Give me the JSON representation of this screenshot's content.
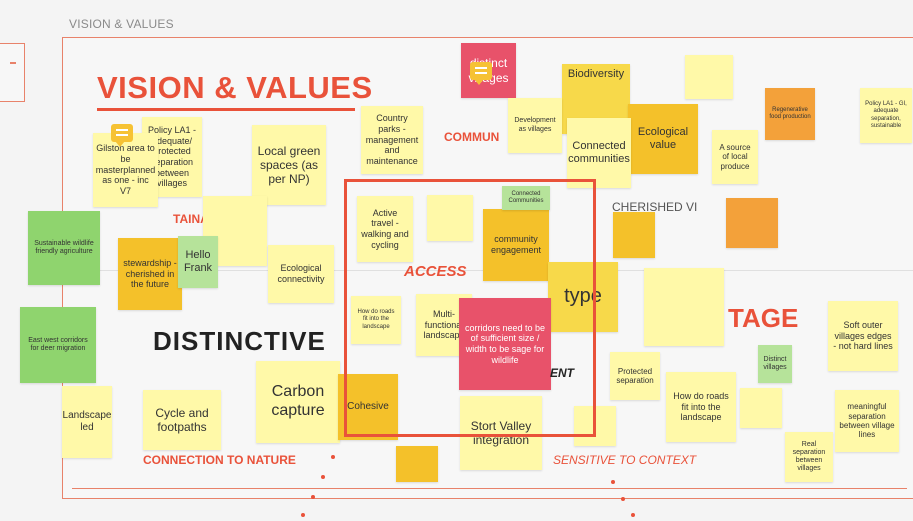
{
  "frame": {
    "label": "VISION & VALUES"
  },
  "headings": {
    "main": "VISION & VALUES",
    "distinctive": "DISTINCTIVE",
    "tage": "TAGE"
  },
  "categories": {
    "access": "ACCESS",
    "commun": "COMMUN",
    "cherished": "CHERISHED VI",
    "tainab": "TAINAB",
    "ent": "ENT",
    "nature": "CONNECTION TO NATURE",
    "sensitive": "SENSITIVE TO CONTEXT"
  },
  "notes": [
    {
      "text": "distinct villages",
      "color": "#e8526a"
    },
    {
      "text": "Biodiversity",
      "color": "#f4c12a"
    },
    {
      "text": "Policy LA1 - adequate/ protected separation between villages",
      "color": "#fff9a8"
    },
    {
      "text": "Gilston area to be masterplanned as one - inc V7",
      "color": "#fff9a8"
    },
    {
      "text": "Local green spaces (as per NP)",
      "color": "#fff9a8"
    },
    {
      "text": "Country parks - management and maintenance",
      "color": "#fff9a8"
    },
    {
      "text": "Development as villages",
      "color": "#fff9a8"
    },
    {
      "text": "Connected communities",
      "color": "#fff9a8"
    },
    {
      "text": "Ecological value",
      "color": "#f4c12a"
    },
    {
      "text": "A source of local produce",
      "color": "#fff9a8"
    },
    {
      "text": "Regenerative food production",
      "color": "#f3a13a"
    },
    {
      "text": "Policy LA1 - GI, adequate separation, sustainable",
      "color": "#fff9a8"
    },
    {
      "text": "Sustainable wildlife friendly agriculture",
      "color": "#8fd46e"
    },
    {
      "text": "stewardship - cherished in the future",
      "color": "#f4c12a"
    },
    {
      "text": "Hello Frank",
      "color": "#b6e39a"
    },
    {
      "text": "Ecological connectivity",
      "color": "#fff9a8"
    },
    {
      "text": "Active travel - walking and cycling",
      "color": "#fff9a8"
    },
    {
      "text": "community engagement",
      "color": "#f4c12a"
    },
    {
      "text": "Connected Communities",
      "color": "#b6e39a"
    },
    {
      "text": "type",
      "color": "#f4c12a"
    },
    {
      "text": "East west corridors for deer migration",
      "color": "#8fd46e"
    },
    {
      "text": "How do roads fit into the landscape",
      "color": "#fff9a8"
    },
    {
      "text": "Multi-functional landscape",
      "color": "#fff9a8"
    },
    {
      "text": "corridors need to be of sufficient size / width to be sage for wildlife",
      "color": "#e8526a"
    },
    {
      "text": "Protected separation",
      "color": "#fff9a8"
    },
    {
      "text": "Distinct villages",
      "color": "#b6e39a"
    },
    {
      "text": "Soft outer villages edges - not hard lines",
      "color": "#fff9a8"
    },
    {
      "text": "Landscape led",
      "color": "#fff9a8"
    },
    {
      "text": "Cycle and footpaths",
      "color": "#fff9a8"
    },
    {
      "text": "Carbon capture",
      "color": "#fff9a8"
    },
    {
      "text": "Cohesive",
      "color": "#f4c12a"
    },
    {
      "text": "Stort Valley integration",
      "color": "#fff9a8"
    },
    {
      "text": "How do roads fit into the landscape",
      "color": "#fff9a8"
    },
    {
      "text": "meaningful separation between village lines",
      "color": "#fff9a8"
    },
    {
      "text": "Real separation between villages",
      "color": "#fff9a8"
    }
  ]
}
